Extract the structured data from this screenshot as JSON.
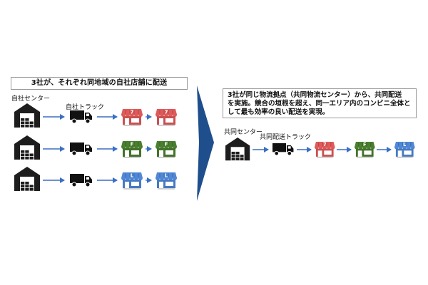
{
  "left": {
    "caption": "3社が、それぞれ同地域の自社店舗に配送",
    "center_label": "自社センター",
    "truck_label": "自社トラック",
    "rows": [
      {
        "store_letter": "7",
        "store_color": "#e05a5a"
      },
      {
        "store_letter": "F",
        "store_color": "#4a7f2f"
      },
      {
        "store_letter": "L",
        "store_color": "#4f88d6"
      }
    ]
  },
  "right": {
    "caption_lines": [
      "3社が同じ物流拠点（共同物流センター）から、共同配送",
      "を実施。競合の垣根を超え、同一エリア内のコンビニ全体と",
      "して最も効率の良い配送を実現。"
    ],
    "center_label": "共同センター",
    "truck_label": "共同配送トラック",
    "stores": [
      {
        "letter": "7",
        "color": "#e05a5a"
      },
      {
        "letter": "F",
        "color": "#4a7f2f"
      },
      {
        "letter": "L",
        "color": "#4f88d6"
      }
    ]
  },
  "colors": {
    "arrow": "#3a6fc4",
    "warehouse": "#1d1d1d",
    "big_arrow": "#1f4e8c"
  }
}
